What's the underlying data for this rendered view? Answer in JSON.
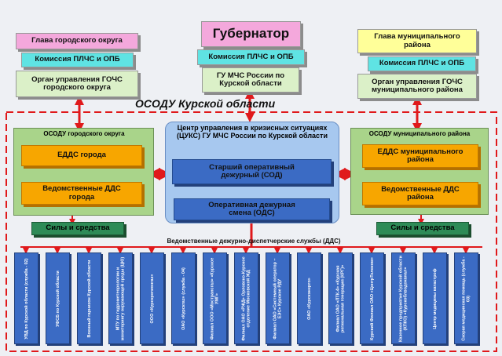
{
  "top_left": {
    "title": "Глава городского округа",
    "commission": "Комиссия ПЛЧС и ОПБ",
    "agency": "Орган управления ГОЧС городского округа"
  },
  "top_center": {
    "title": "Губернатор",
    "commission": "Комиссия ПЛЧС и ОПБ",
    "agency": "ГУ МЧС России по Курской области"
  },
  "top_right": {
    "title": "Глава муниципального района",
    "commission": "Комиссия ПЛЧС и ОПБ",
    "agency": "Орган управления ГОЧС муниципального района"
  },
  "system_title": "ОСОДУ Курской области",
  "left_panel": {
    "title": "ОСОДУ городского округа",
    "edds": "ЕДДС города",
    "dds": "Ведомственные ДДС города",
    "forces": "Силы и средства"
  },
  "center_panel": {
    "title": "Центр управления в кризисных ситуациях (ЦУКС) ГУ МЧС России по Курской области",
    "senior": "Старший оперативный дежурный (СОД)",
    "shift": "Оперативная дежурная смена (ОДС)"
  },
  "right_panel": {
    "title": "ОСОДУ муниципального района",
    "edds": "ЕДДС муниципального района",
    "dds": "Ведомственные ДДС района",
    "forces": "Силы и средства"
  },
  "services_title": "Ведомственные дежурно-диспетчерские службы (ДДС)",
  "services": [
    "УВД по Курской области (служба - 02)",
    "УФСБ по Курской области",
    "Военный гарнизон Курской области",
    "МТУ по гидрометеорологии и мониторингу окружающей среды (ЦЮ)",
    "ООО «Курскрегионгаз»",
    "ОАО «Курскгаз» (служба - 04)",
    "Филиал ООО «Мострансгаз» «Курское УМГ»",
    "Филиал ОАО «РЖД» Орловско-Курское отделение Московской ЖД",
    "Филиал ОАО «Системный оператор – ЕЭС» Курское РДУ",
    "ОАО «Курскэнерго»",
    "Филиал ОАО «ЛТК-4» «Курская региональная генерация (КРГ)»",
    "Курский Филиал ОАО «ЦентрТелеком»",
    "Казенное предприятие Курской области (КПКО) «Курскоблводоканал»",
    "Центр медицины катастроф",
    "Скорая медицинская помощь (служба - 03)"
  ]
}
